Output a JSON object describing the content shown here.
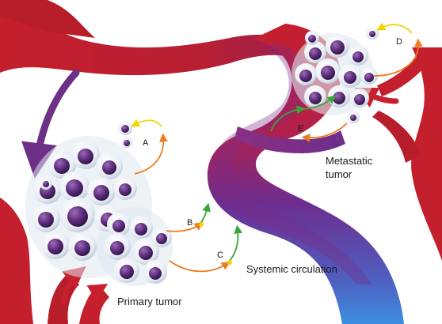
{
  "labels": {
    "primary": "Primary tumor",
    "metastatic_line1": "Metastatic",
    "metastatic_line2": "tumor",
    "systemic": "Systemic circulation",
    "a": "A",
    "b": "B",
    "c": "C",
    "d": "D",
    "e": "E"
  },
  "colors": {
    "vessel_red": "#c8202e",
    "vessel_purple": "#7a2a8a",
    "vessel_blue": "#3d86d8",
    "cell_body": "#f1f4f8",
    "nucleus": "#5b2a78",
    "arrow_yellow": "#f2d400",
    "arrow_orange": "#ec7a1e",
    "arrow_green": "#3aa63a",
    "arrow_purple": "#6e2f86"
  }
}
